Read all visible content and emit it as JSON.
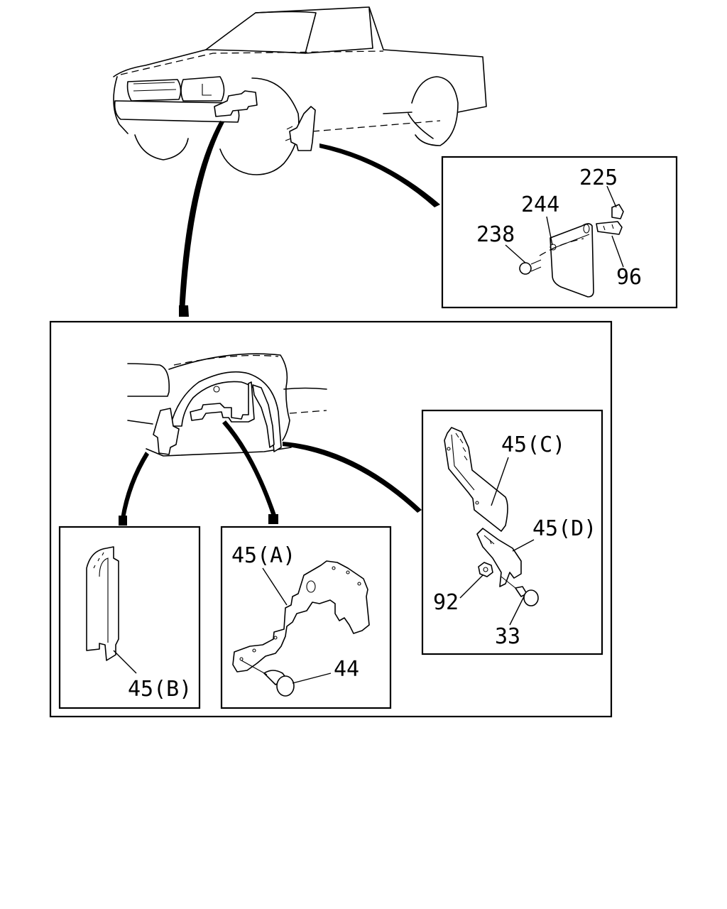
{
  "callouts": {
    "p225": "225",
    "p244": "244",
    "p238": "238",
    "p96": "96",
    "p45c": "45(C)",
    "p45d": "45(D)",
    "p92": "92",
    "p33": "33",
    "p45a": "45(A)",
    "p44": "44",
    "p45b": "45(B)"
  }
}
